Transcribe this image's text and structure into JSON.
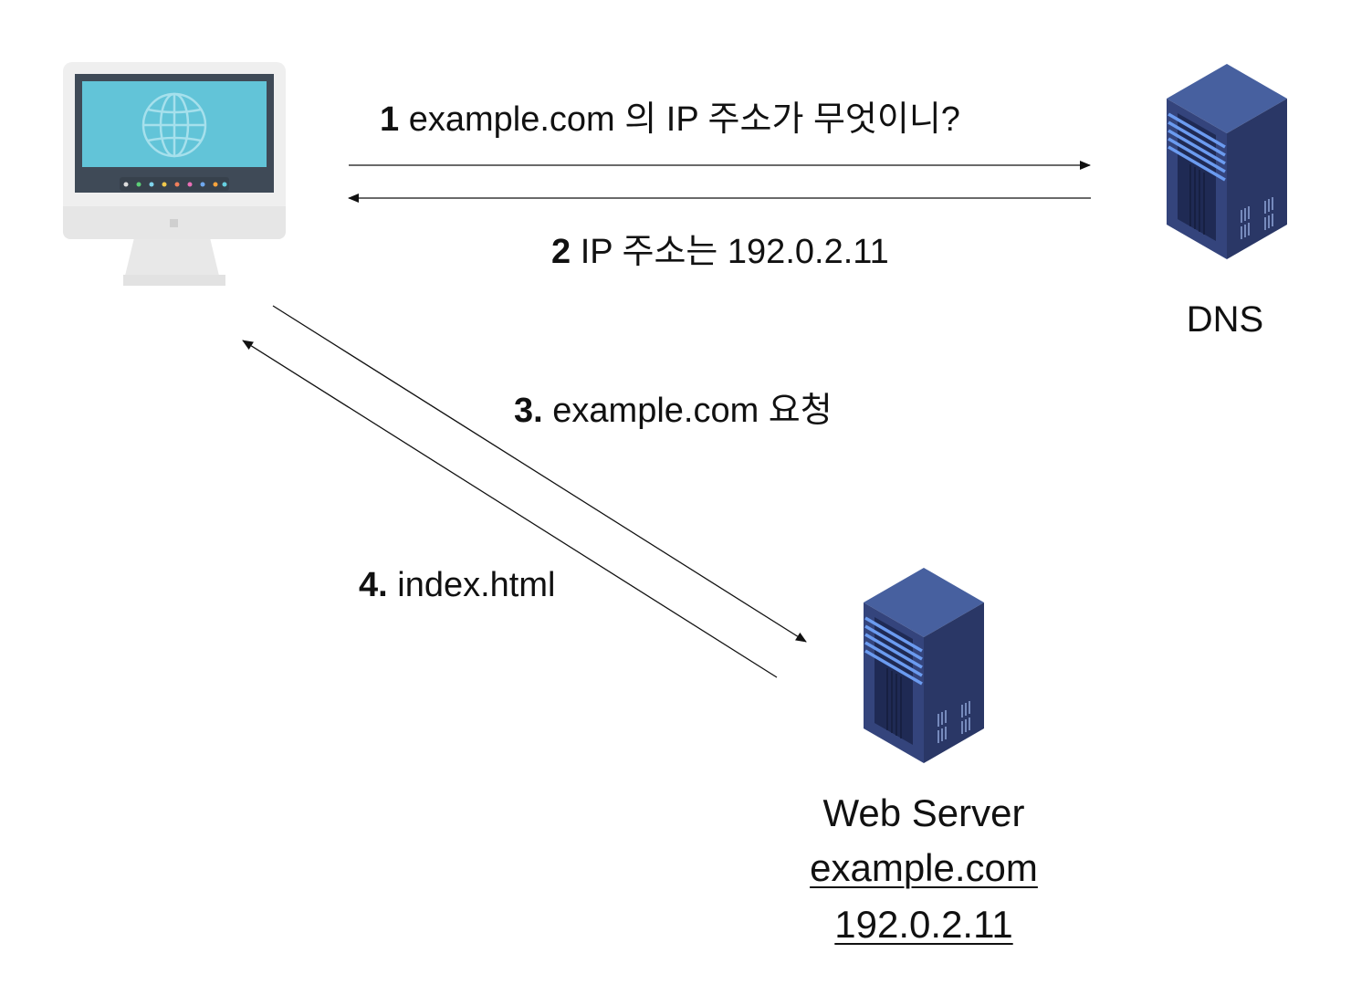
{
  "nodes": {
    "client": {
      "icon": "desktop-computer-globe-icon"
    },
    "dns": {
      "icon": "server-tower-icon",
      "label": "DNS"
    },
    "web_server": {
      "icon": "server-tower-icon",
      "label": "Web Server",
      "domain": "example.com",
      "ip": "192.0.2.11"
    }
  },
  "steps": [
    {
      "num": "1",
      "text": "example.com 의 IP 주소가 무엇이니?"
    },
    {
      "num": "2",
      "text": "IP 주소는 192.0.2.11"
    },
    {
      "num": "3.",
      "text": "example.com 요청"
    },
    {
      "num": "4.",
      "text": "index.html"
    }
  ],
  "colors": {
    "monitor_frame": "#ebebeb",
    "screen": "#62c4d8",
    "bezel": "#3f4a57",
    "server_body": "#34447c",
    "server_light": "#6b9bf0"
  }
}
